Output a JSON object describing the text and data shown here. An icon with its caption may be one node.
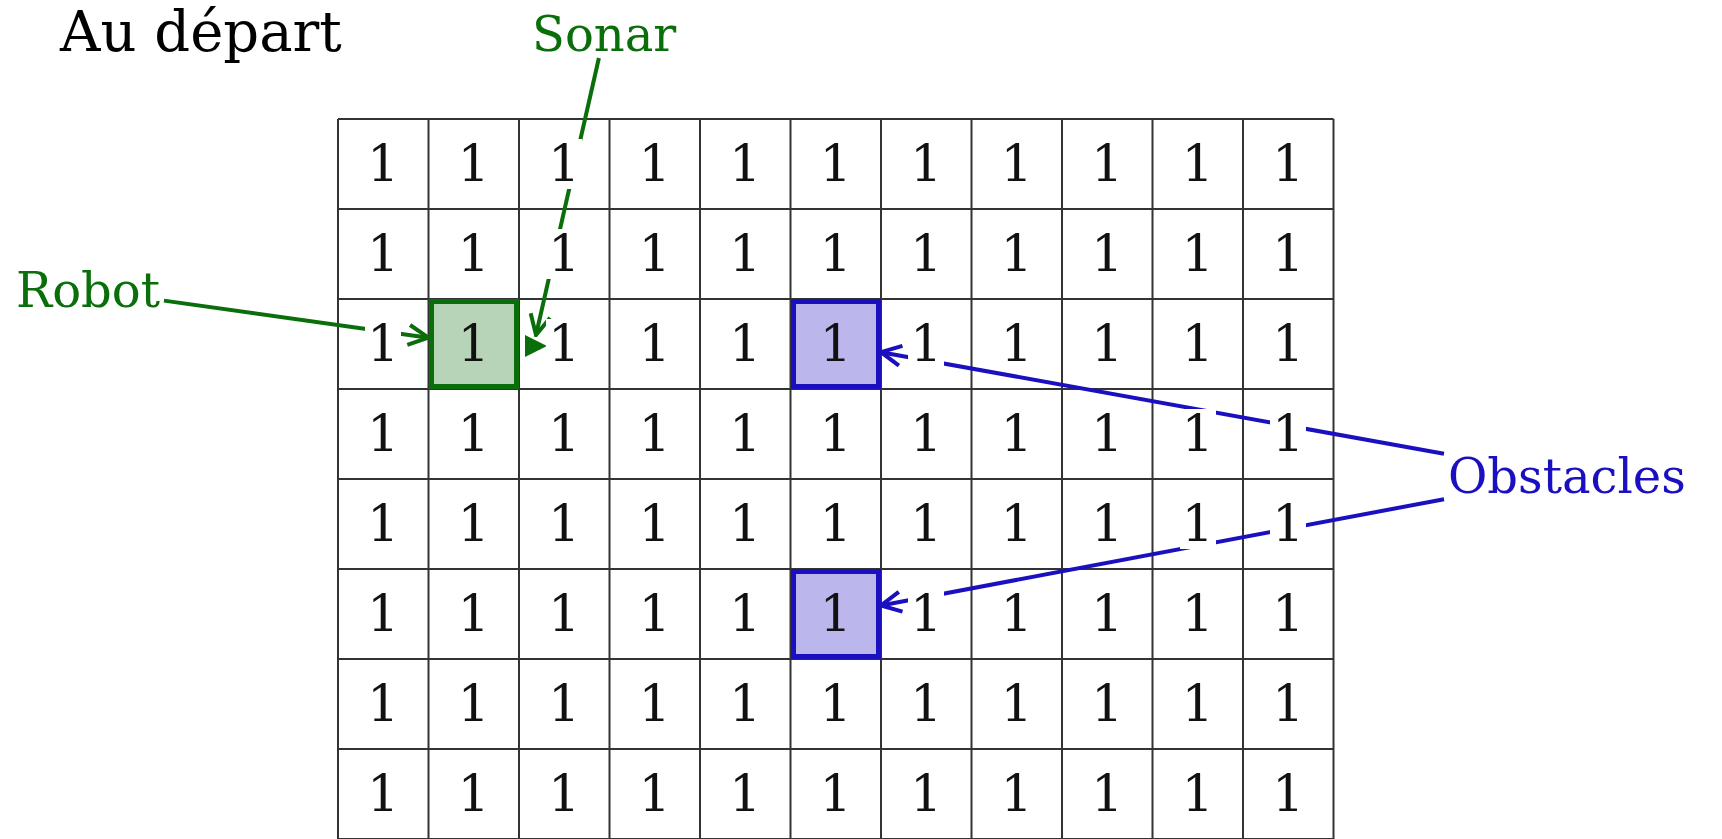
{
  "diagram": {
    "title": "Au départ",
    "nodes": [
      {
        "text": [
          "Sonar"
        ]
      },
      {
        "text": [
          "Robot"
        ]
      },
      {
        "text": [
          "1"
        ]
      },
      {
        "text": [],
        "shape": "triangle"
      },
      {
        "text": [
          "1"
        ]
      },
      {
        "text": [
          "Obstacles"
        ]
      },
      {
        "text": [
          "1"
        ]
      }
    ],
    "edges": [
      {
        "from": 0,
        "to": 3,
        "arrow": "to",
        "color": "#0a6e0a"
      },
      {
        "from": 1,
        "to": 2,
        "arrow": "to",
        "color": "#0a6e0a"
      },
      {
        "from": 5,
        "to": 4,
        "arrow": "to",
        "color": "#1a10c0"
      },
      {
        "from": 5,
        "to": 6,
        "arrow": "to",
        "color": "#1a10c0"
      }
    ],
    "labels": [
      "1",
      "1",
      "1",
      "1",
      "1",
      "1",
      "1",
      "1",
      "1",
      "1",
      "1",
      "1",
      "1",
      "1",
      "1",
      "1",
      "1",
      "1",
      "1",
      "1",
      "1",
      "1",
      "1",
      "1",
      "1",
      "1",
      "1",
      "1",
      "1",
      "1",
      "1",
      "1",
      "1",
      "1",
      "1",
      "1",
      "1",
      "1",
      "1",
      "1",
      "1",
      "1",
      "1",
      "1",
      "1",
      "1",
      "1",
      "1",
      "1",
      "1",
      "1",
      "1",
      "1",
      "1",
      "1",
      "1",
      "1",
      "1",
      "1",
      "1",
      "1",
      "1",
      "1",
      "1",
      "1",
      "1",
      "1",
      "1",
      "1",
      "1",
      "1",
      "1",
      "1",
      "1",
      "1",
      "1",
      "1",
      "1",
      "1",
      "1",
      "1",
      "1",
      "1",
      "1",
      "1"
    ]
  }
}
